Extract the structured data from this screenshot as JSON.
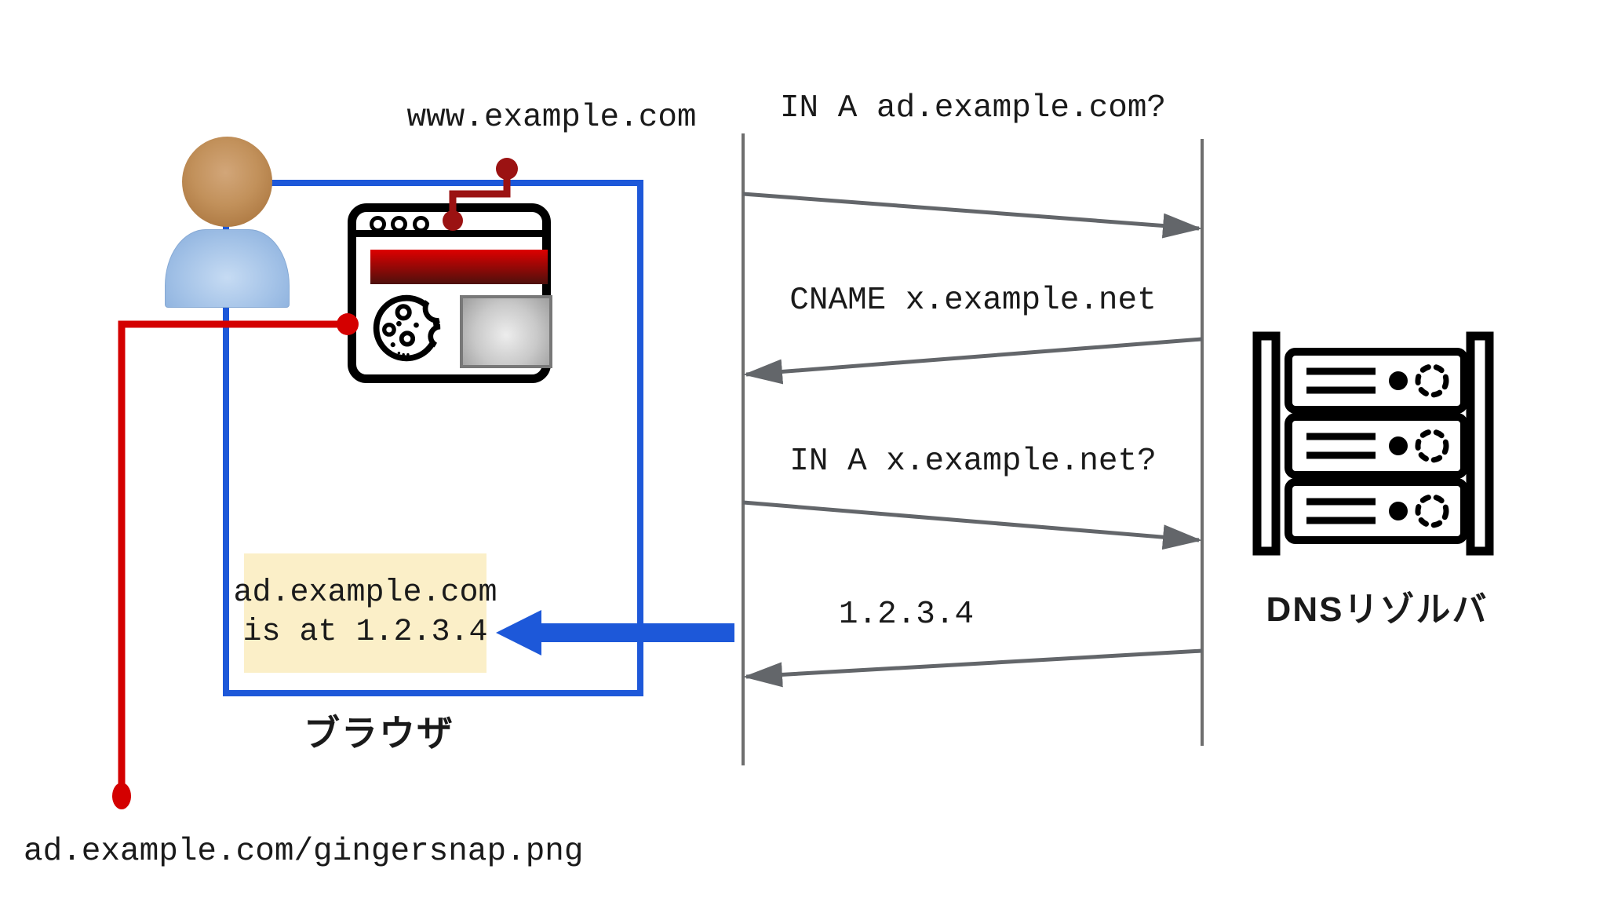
{
  "title": "DNS CNAME resolution diagram",
  "labels": {
    "www_request": "www.example.com",
    "browser": "ブラウザ",
    "dns_resolver": "DNSリゾルバ",
    "image_request": "ad.example.com/gingersnap.png"
  },
  "sequence": {
    "messages": [
      {
        "label": "IN A ad.example.com?",
        "direction": "to-resolver"
      },
      {
        "label": "CNAME x.example.net",
        "direction": "to-browser"
      },
      {
        "label": "IN A x.example.net?",
        "direction": "to-resolver"
      },
      {
        "label": "1.2.3.4",
        "direction": "to-browser"
      }
    ]
  },
  "answer_box": {
    "line1": "ad.example.com",
    "line2": "is at 1.2.3.4"
  },
  "icons": {
    "user": "user-icon",
    "browser_window": "browser-window-icon",
    "cookie": "cookie-icon",
    "image_placeholder": "image-placeholder-icon",
    "dns_server": "server-rack-icon"
  },
  "colors": {
    "blue": "#1D58D9",
    "bright-red": "#D40000",
    "dark-red": "#9B1212",
    "gray-line": "#63666A",
    "answer-bg": "#FBEFC8",
    "banner-top": "#DE0000",
    "banner-bottom": "#4D100C",
    "black": "#000000",
    "text": "#1A1A1A"
  }
}
